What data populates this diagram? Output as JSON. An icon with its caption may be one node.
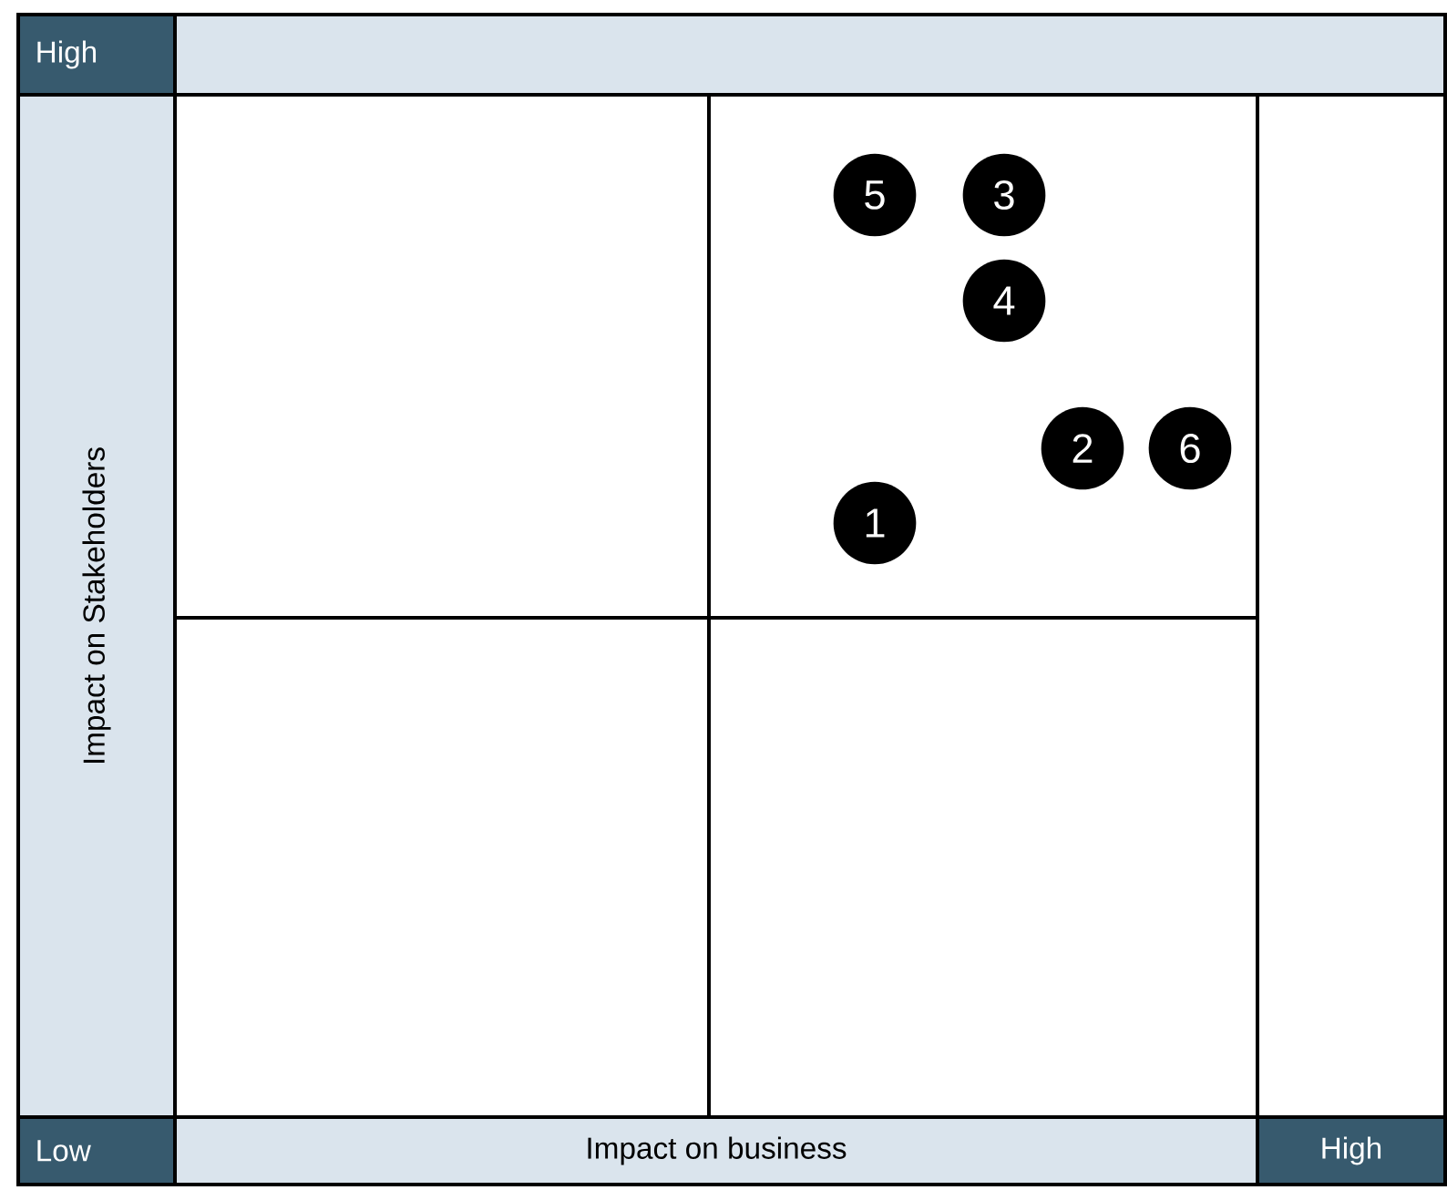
{
  "diagram": {
    "nodes": [
      {
        "text": [
          "High"
        ]
      },
      {
        "text": [
          "Impact on Stakeholders"
        ]
      },
      {
        "text": [
          "5"
        ]
      },
      {
        "text": [
          "3"
        ]
      },
      {
        "text": [
          "4"
        ]
      },
      {
        "text": [
          "2"
        ]
      },
      {
        "text": [
          "6"
        ]
      },
      {
        "text": [
          "1"
        ]
      },
      {
        "text": [
          "Low"
        ]
      },
      {
        "text": [
          "Impact on business"
        ]
      },
      {
        "text": [
          "High"
        ]
      }
    ]
  }
}
